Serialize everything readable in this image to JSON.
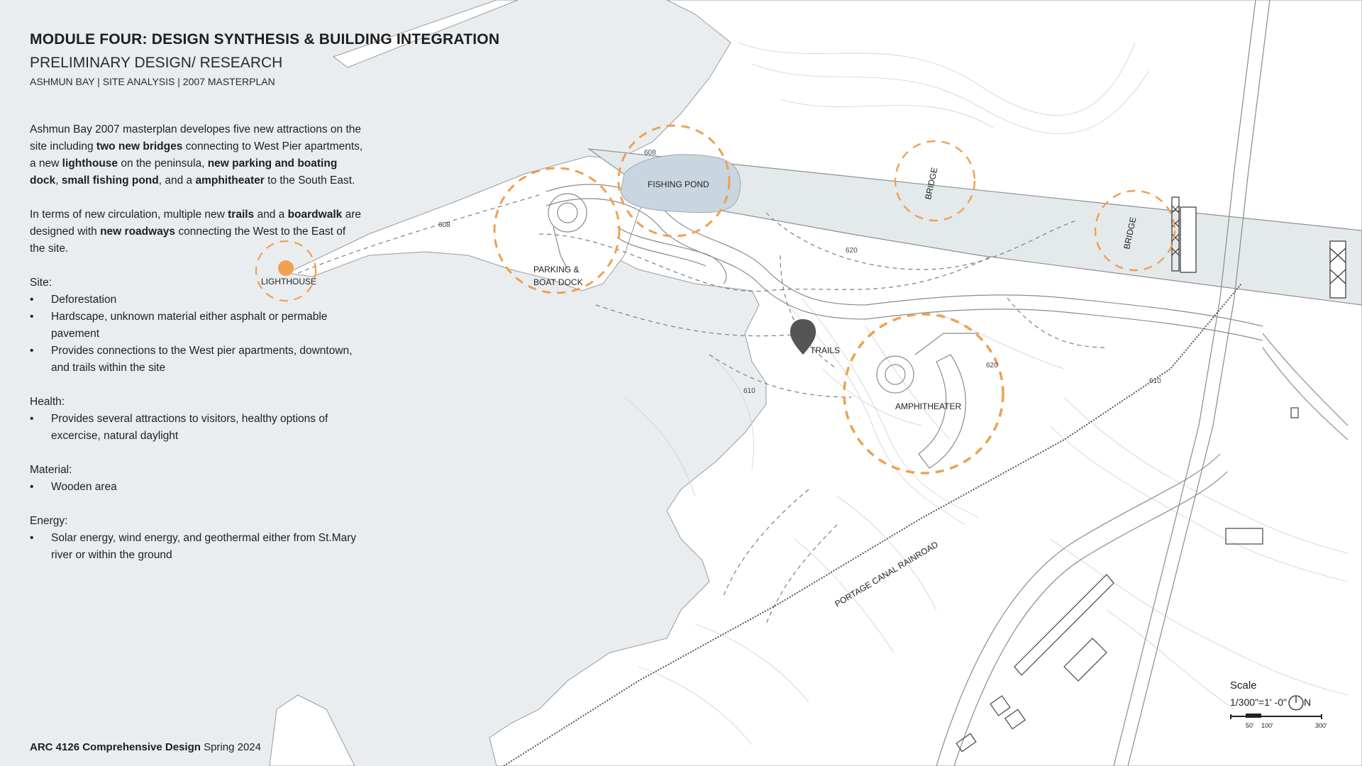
{
  "header": {
    "title": "MODULE FOUR: DESIGN SYNTHESIS & BUILDING INTEGRATION",
    "subtitle": "PRELIMINARY DESIGN/ RESEARCH",
    "subsubtitle": "ASHMUN BAY | SITE ANALYSIS | 2007 MASTERPLAN"
  },
  "intro": {
    "p1_a": "Ashmun Bay 2007 masterplan developes five new attractions on the site including ",
    "p1_b": "two new bridges",
    "p1_c": " connecting to West Pier apartments, a new ",
    "p1_d": "lighthouse",
    "p1_e": " on the peninsula, ",
    "p1_f": "new parking and boating dock",
    "p1_g": ", ",
    "p1_h": "small fishing pond",
    "p1_i": ", and a ",
    "p1_j": "amphitheater",
    "p1_k": " to the South East.",
    "p2_a": "In terms of new circulation, multiple new ",
    "p2_b": "trails",
    "p2_c": " and a ",
    "p2_d": "boardwalk",
    "p2_e": " are designed with ",
    "p2_f": "new roadways",
    "p2_g": " connecting the West to the East of the site."
  },
  "sections": [
    {
      "title": "Site:",
      "items": [
        "Deforestation",
        "Hardscape, unknown material either asphalt or permable pavement",
        "Provides connections to the West pier apartments, downtown, and trails within the site"
      ]
    },
    {
      "title": "Health:",
      "items": [
        "Provides several attractions to visitors, healthy options of excercise, natural daylight"
      ]
    },
    {
      "title": "Material:",
      "items": [
        "Wooden area"
      ]
    },
    {
      "title": "Energy:",
      "items": [
        "Solar energy, wind energy, and geothermal either from St.Mary river or within the ground"
      ]
    }
  ],
  "map_labels": {
    "lighthouse": "LIGHTHOUSE",
    "parking_1": "PARKING &",
    "parking_2": "BOAT DOCK",
    "fishing_pond": "FISHING POND",
    "bridge_1": "BRIDGE",
    "bridge_2": "BRIDGE",
    "trails": "TRAILS",
    "amphitheater": "AMPHITHEATER",
    "railroad": "PORTAGE CANAL RAINROAD",
    "contours": [
      "608",
      "608",
      "620",
      "620",
      "610",
      "610"
    ]
  },
  "scale": {
    "title": "Scale",
    "ratio": "1/300\"=1' -0\"",
    "north": "N",
    "ticks": [
      "50'",
      "100'",
      "300'"
    ]
  },
  "footer": {
    "course": "ARC 4126 Comprehensive Design",
    "term": " Spring 2024"
  },
  "colors": {
    "water": "#e9edf0",
    "land": "#ffffff",
    "accent_orange": "#f0a050",
    "pond": "#c9d6df"
  }
}
